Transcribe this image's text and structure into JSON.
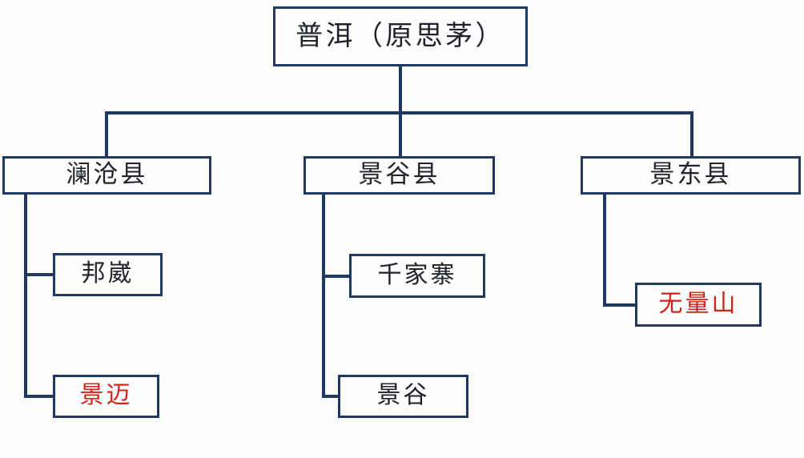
{
  "diagram": {
    "type": "organization-tree",
    "colors": {
      "border": "#1f3864",
      "connector": "#1f3864",
      "text": "#20232b",
      "highlight_text": "#d42316",
      "background": "#fdfdfe"
    },
    "root": {
      "label": "普洱（原思茅）",
      "level": 1,
      "highlight": false
    },
    "branches": [
      {
        "label": "澜沧县",
        "level": 2,
        "highlight": false,
        "children": [
          {
            "label": "邦崴",
            "level": 3,
            "highlight": false
          },
          {
            "label": "景迈",
            "level": 3,
            "highlight": true
          }
        ]
      },
      {
        "label": "景谷县",
        "level": 2,
        "highlight": false,
        "children": [
          {
            "label": "千家寨",
            "level": 3,
            "highlight": false
          },
          {
            "label": "景谷",
            "level": 3,
            "highlight": false
          }
        ]
      },
      {
        "label": "景东县",
        "level": 2,
        "highlight": false,
        "children": [
          {
            "label": "无量山",
            "level": 3,
            "highlight": true
          }
        ]
      }
    ]
  }
}
